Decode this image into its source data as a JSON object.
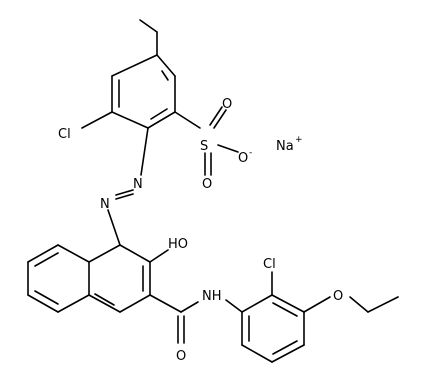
{
  "diagram": {
    "type": "chemical-structure",
    "atoms": {
      "cl1": "Cl",
      "s": "S",
      "o_s1": "O",
      "o_s2": "O",
      "o_s3": "O",
      "o_minus": "-",
      "na": "Na",
      "na_plus": "+",
      "n1": "N",
      "n2": "N",
      "oh": "HO",
      "nh": "NH",
      "o_amide": "O",
      "cl2": "Cl",
      "o_ether": "O"
    }
  }
}
